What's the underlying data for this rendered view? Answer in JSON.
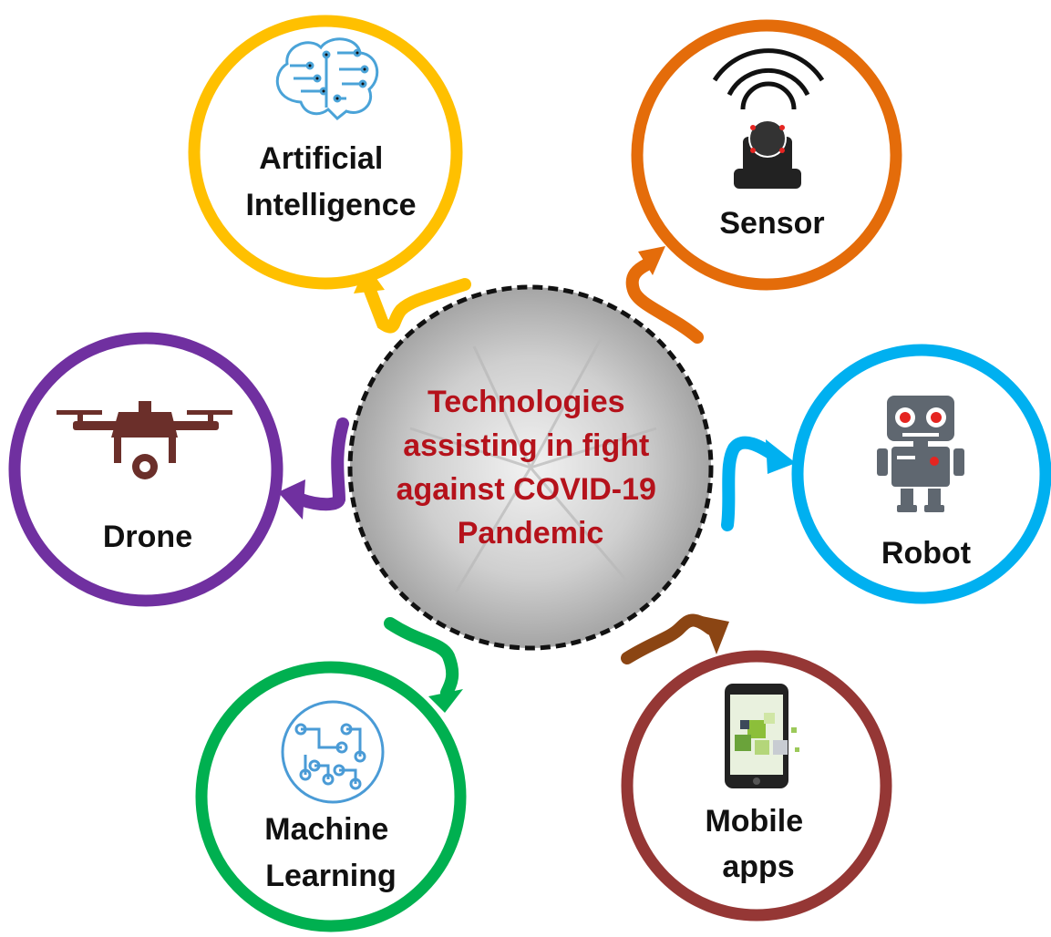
{
  "center": {
    "lines": [
      "Technologies",
      "assisting in fight",
      "against COVID-19",
      "Pandemic"
    ],
    "text_color": "#b5121b"
  },
  "nodes": {
    "ai": {
      "lines": [
        "Artificial",
        "Intelligence"
      ],
      "color": "#ffc000",
      "icon": "brain-circuit-icon"
    },
    "sensor": {
      "lines": [
        "Sensor"
      ],
      "color": "#e46c0a",
      "icon": "wireless-sensor-icon"
    },
    "drone": {
      "lines": [
        "Drone"
      ],
      "color": "#7030a0",
      "icon": "drone-icon"
    },
    "robot": {
      "lines": [
        "Robot"
      ],
      "color": "#00b0f0",
      "icon": "robot-icon"
    },
    "ml": {
      "lines": [
        "Machine",
        "Learning"
      ],
      "color": "#00b050",
      "icon": "neural-circuit-icon"
    },
    "mobile": {
      "lines": [
        "Mobile",
        "apps"
      ],
      "color": "#953735",
      "icon": "smartphone-icon"
    }
  }
}
